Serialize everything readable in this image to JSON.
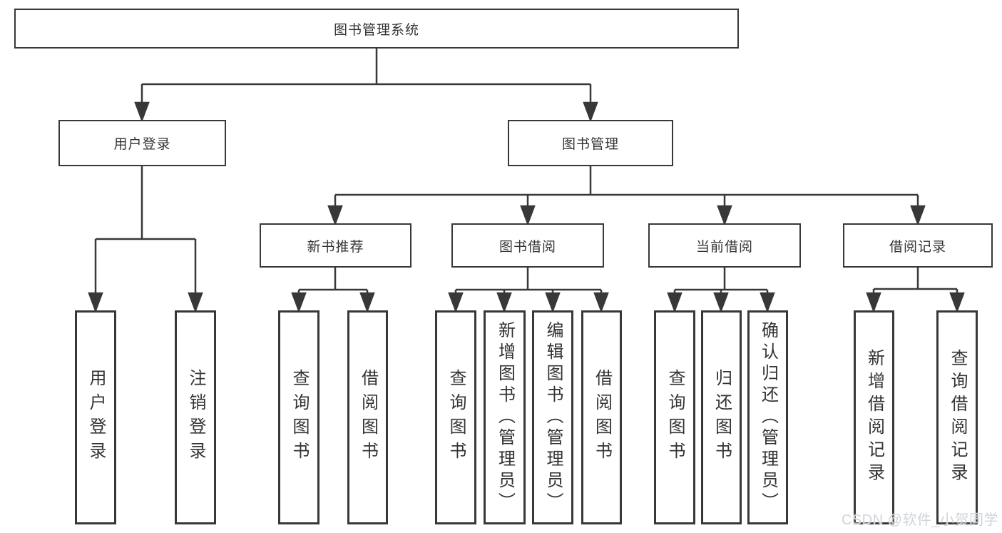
{
  "colors": {
    "line": "#383838",
    "text": "#333333",
    "background": "#ffffff",
    "watermark": "#d0d4d9"
  },
  "watermark": {
    "text": "CSDN @软件_小贺同学"
  },
  "diagram": {
    "root": {
      "label": "图书管理系统"
    },
    "level2": [
      {
        "label": "用户登录"
      },
      {
        "label": "图书管理"
      }
    ],
    "level3": [
      {
        "label": "新书推荐"
      },
      {
        "label": "图书借阅"
      },
      {
        "label": "当前借阅"
      },
      {
        "label": "借阅记录"
      }
    ],
    "leaf_groups": [
      {
        "parent": "用户登录",
        "items": [
          "用户登录",
          "注销登录"
        ]
      },
      {
        "parent": "新书推荐",
        "items": [
          "查询图书",
          "借阅图书"
        ]
      },
      {
        "parent": "图书借阅",
        "items": [
          "查询图书",
          "新增图书（管理员）",
          "编辑图书（管理员）",
          "借阅图书"
        ]
      },
      {
        "parent": "当前借阅",
        "items": [
          "查询图书",
          "归还图书",
          "确认归还（管理员）"
        ]
      },
      {
        "parent": "借阅记录",
        "items": [
          "新增借阅记录",
          "查询借阅记录"
        ]
      }
    ]
  }
}
